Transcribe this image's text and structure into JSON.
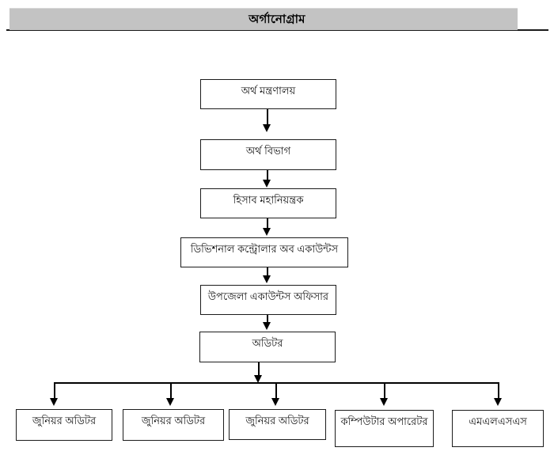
{
  "header": {
    "title": "অর্গানোগ্রাম"
  },
  "organogram": {
    "chain": [
      {
        "label": "অর্থ মন্ত্রণালয়"
      },
      {
        "label": "অর্থ বিভাগ"
      },
      {
        "label": "হিসাব মহানিয়ন্ত্রক"
      },
      {
        "label": "ডিভিশনাল কন্ট্রোলার অব একাউন্টস"
      },
      {
        "label": "উপজেলা একাউন্টস অফিসার"
      },
      {
        "label": "অডিটর"
      }
    ],
    "leaves": [
      {
        "label": "জুনিয়র অডিটর"
      },
      {
        "label": "জুনিয়র অডিটর"
      },
      {
        "label": "জুনিয়র অডিটর"
      },
      {
        "label": "কম্পিউটার অপারেটর"
      },
      {
        "label": "এমএলএসএস"
      }
    ]
  },
  "colors": {
    "header_bg": "#c3c3c3",
    "line": "#000000",
    "box_border": "#1c1c1c",
    "page_bg": "#ffffff"
  }
}
